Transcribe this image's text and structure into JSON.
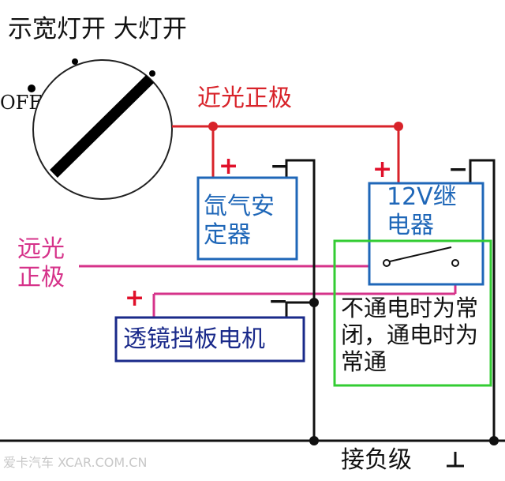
{
  "labels": {
    "switch_title": "示宽灯开  大灯开",
    "off": "OFF",
    "low_beam": "近光正极",
    "high_beam": "远光正极",
    "plus": "+",
    "minus": "−",
    "ground": "接负级"
  },
  "boxes": {
    "xenon_ballast": "氙气安定器",
    "relay": "12V继电器",
    "motor": "透镜挡板电机"
  },
  "relay_note": "不通电时为常闭，通电时为常通",
  "watermark": "爱卡汽车 XCAR.COM.CN",
  "colors": {
    "low_beam_wire": "#d8232a",
    "high_beam_wire": "#d6338a",
    "box_border": "#1f67b8",
    "motor_border": "#1a2a8a",
    "note_border": "#33cc33"
  }
}
